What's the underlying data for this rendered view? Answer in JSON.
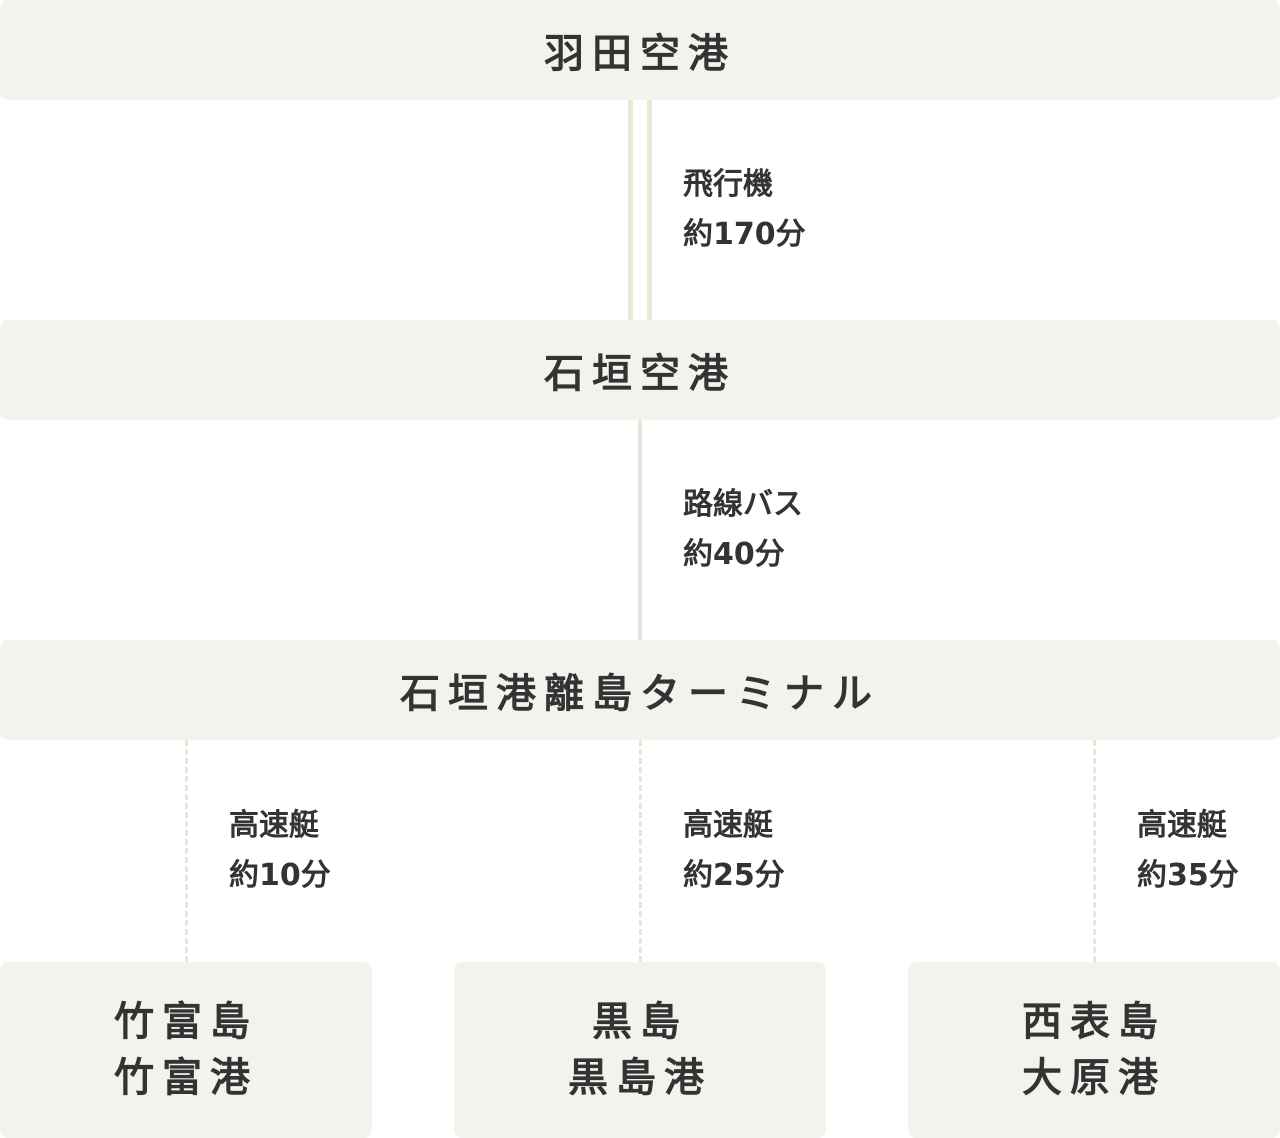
{
  "nodes": {
    "haneda_airport": "羽田空港",
    "ishigaki_airport": "石垣空港",
    "ishigaki_terminal": "石垣港離島ターミナル",
    "taketomi": {
      "island": "竹富島",
      "port": "竹富港"
    },
    "kuroshima": {
      "island": "黒島",
      "port": "黒島港"
    },
    "iriomote": {
      "island": "西表島",
      "port": "大原港"
    }
  },
  "routes": {
    "flight": {
      "mode": "飛行機",
      "duration": "約170分"
    },
    "bus": {
      "mode": "路線バス",
      "duration": "約40分"
    },
    "ferry_taketomi": {
      "mode": "高速艇",
      "duration": "約10分"
    },
    "ferry_kuroshima": {
      "mode": "高速艇",
      "duration": "約25分"
    },
    "ferry_iriomote": {
      "mode": "高速艇",
      "duration": "約35分"
    }
  },
  "colors": {
    "box_background": "#f3f2ed",
    "connector": "#e8e7d8",
    "text": "#333333"
  }
}
